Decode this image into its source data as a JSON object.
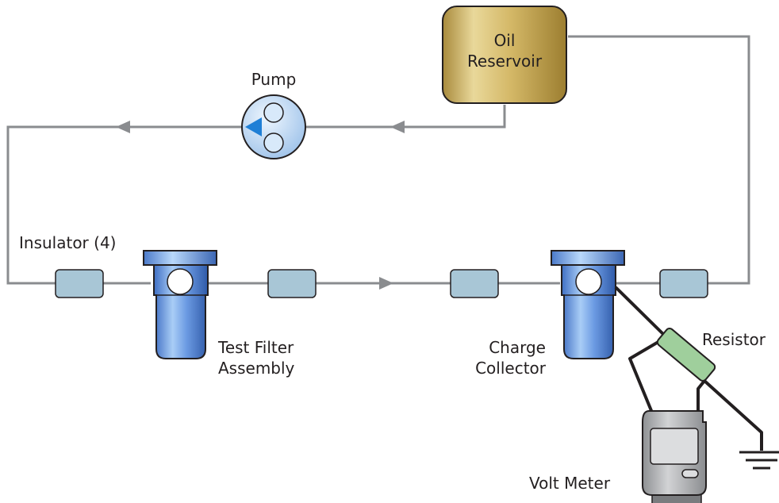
{
  "labels": {
    "oil_reservoir": "Oil Reservoir",
    "pump": "Pump",
    "insulator": "Insulator (4)",
    "test_filter_assembly": "Test Filter Assembly",
    "charge_collector": "Charge Collector",
    "resistor": "Resistor",
    "volt_meter": "Volt Meter"
  },
  "colors": {
    "pipe": "#8a8c8f",
    "wire": "#231f20",
    "reservoir_gold": "#c9a94e",
    "filter_blue": "#5e8fd8",
    "insulator_blue": "#a8c6d6",
    "resistor_green": "#9fcf9c",
    "meter_gray": "#a7a9ac",
    "pump_blue": "#cfe3f6",
    "flow_arrow_blue": "#1f7fd6"
  }
}
